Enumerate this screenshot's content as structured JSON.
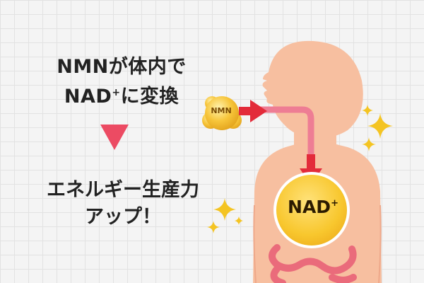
{
  "headline": {
    "line1": "NMNが体内で",
    "line2_prefix": "NAD",
    "line2_plus": "+",
    "line2_suffix": "に変換"
  },
  "result": {
    "line1": "エネルギー生産力",
    "line2": "アップ！"
  },
  "molecule": {
    "label": "NMN"
  },
  "cell": {
    "label": "NAD",
    "plus": "+"
  },
  "colors": {
    "arrow": "#ec4b63",
    "flow_arrow": "#e32b3a",
    "body": "#f7bfa0",
    "tract": "#ee7d94",
    "intestine": "#ea6b7b",
    "nad_circle": "#f8c72e",
    "sparkle": "#f4c422"
  },
  "icons": {
    "down_arrow": "triangle-down-icon",
    "sparkle": "sparkle-icon",
    "molecule": "nmn-molecule-icon"
  }
}
